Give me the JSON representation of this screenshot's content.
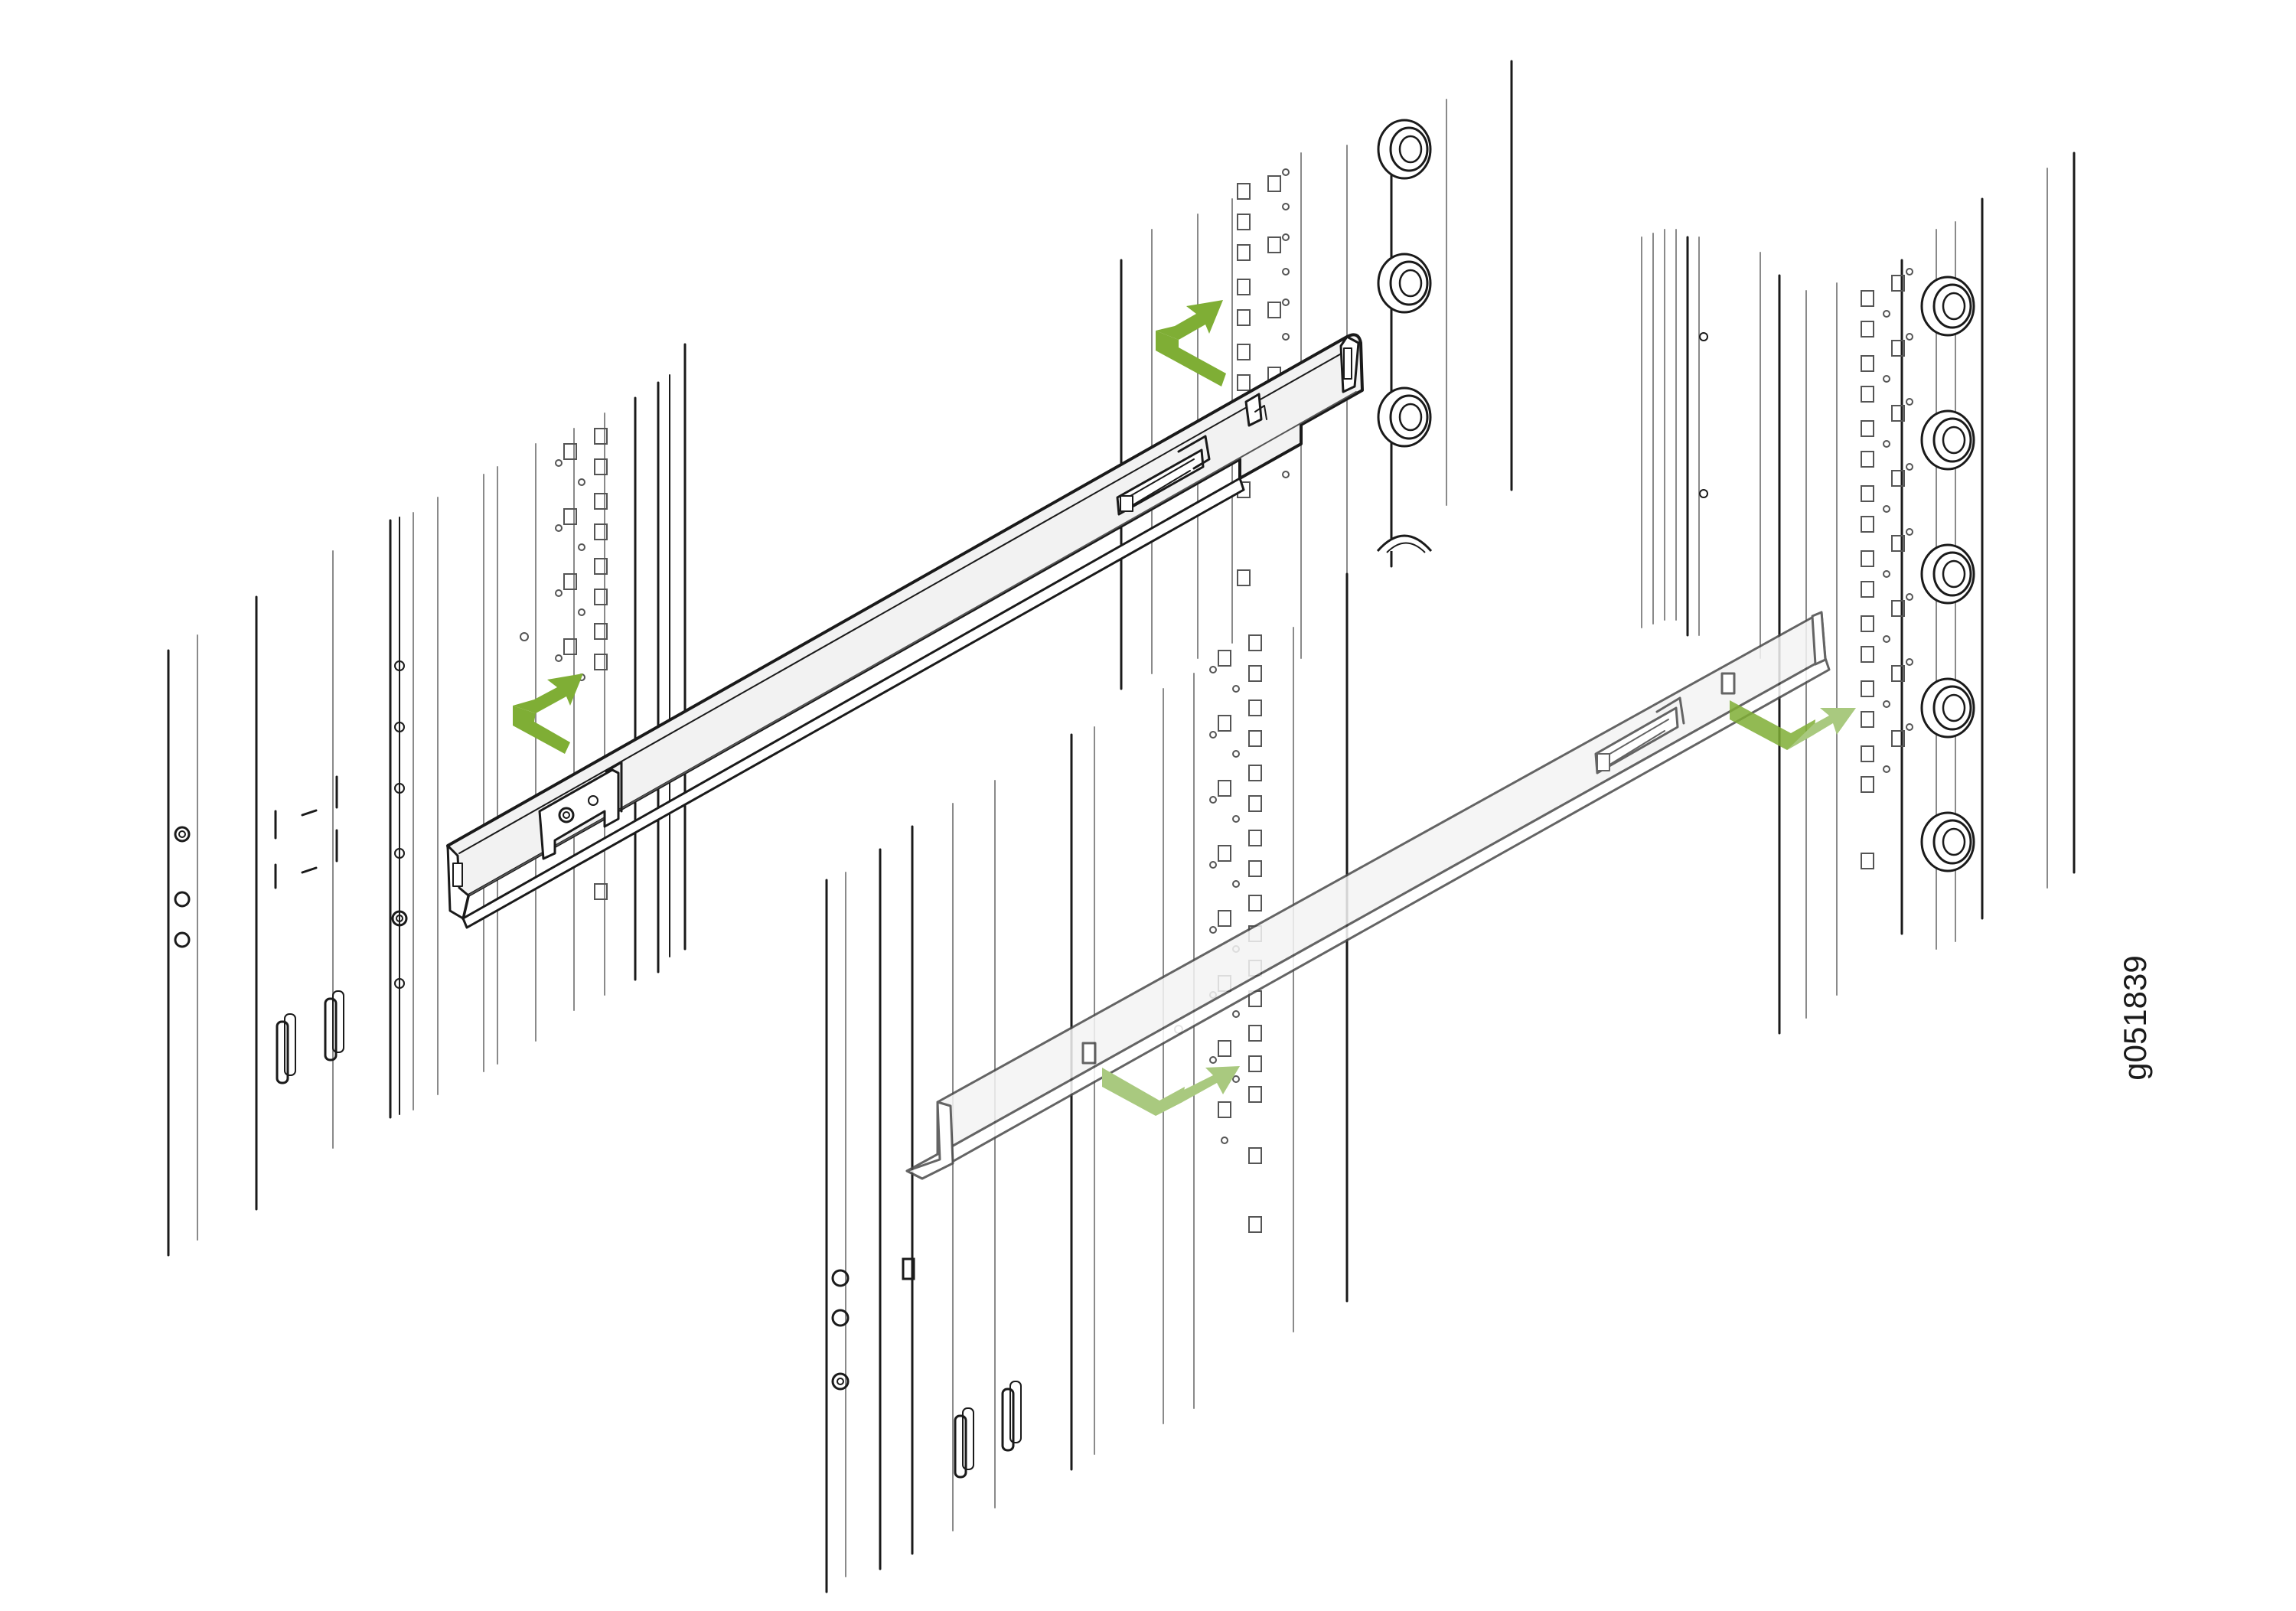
{
  "figure_id": "g051839",
  "colors": {
    "line": "#1a1a1a",
    "line_light": "#8a8a8a",
    "rail_fill": "#f2f2f2",
    "arrow": "#7fae35",
    "arrow_faded": "#a9c97f"
  },
  "parts": [
    "front-left-rack-post",
    "rear-left-rack-post",
    "front-right-rack-post",
    "rear-right-rack-post",
    "left-mounting-rail",
    "right-mounting-rail",
    "cage-nut"
  ]
}
